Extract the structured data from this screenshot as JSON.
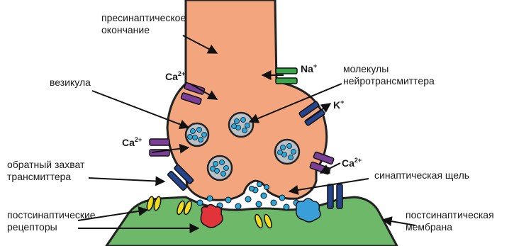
{
  "labels": {
    "presynaptic_line1": "пресинаптическое",
    "presynaptic_line2": "окончание",
    "vesicle": "везикула",
    "molecules_line1": "молекулы",
    "molecules_line2": "нейротрансмиттера",
    "reuptake_line1": "обратный захват",
    "reuptake_line2": "трансмиттера",
    "cleft": "синаптическая щель",
    "postsyn_receptors_line1": "постсинаптические",
    "postsyn_receptors_line2": "рецепторы",
    "postsyn_membrane_line1": "постсинаптическая",
    "postsyn_membrane_line2": "мембрана"
  },
  "ions": {
    "na": "Na",
    "na_charge": "+",
    "k": "K",
    "k_charge": "+",
    "ca": "Ca",
    "ca_charge": "2+"
  },
  "colors": {
    "terminal": "#f3a57e",
    "postsynaptic": "#6db869",
    "vesicle": "#b8c0c8",
    "transmitter": "#29a8dc",
    "ca_channel": "#7b3f98",
    "na_channel": "#3aa64a",
    "k_channel": "#24448c",
    "receptor_red": "#e0343a",
    "receptor_yellow": "#f2dc1e",
    "receptor_blue": "#3a9fd8"
  }
}
